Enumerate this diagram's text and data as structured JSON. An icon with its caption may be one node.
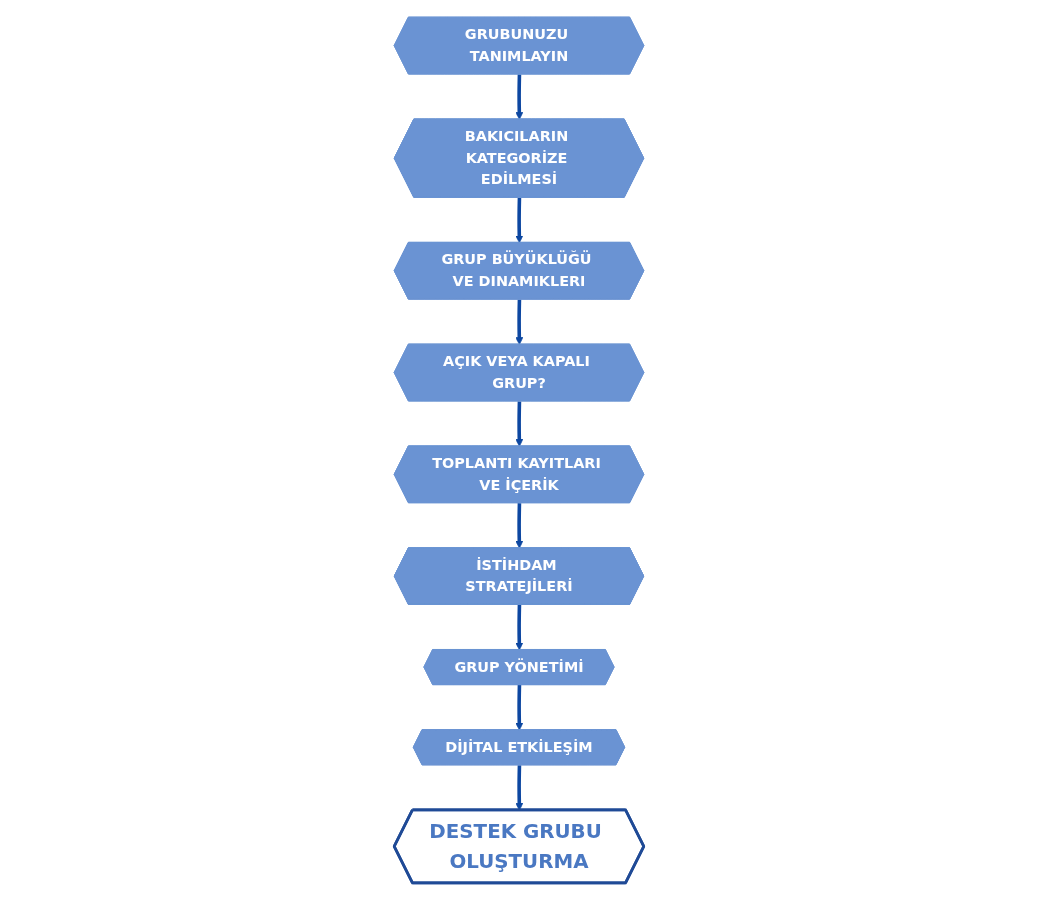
{
  "diagram": {
    "nodes": [
      {
        "text": [
          "DESTEK GRUBU OLUŞTURMA"
        ]
      },
      {
        "text": [
          "GRUBUNUZU TANIMLAYIN"
        ]
      },
      {
        "text": [
          "BAKICILARIN KATEGORİZE EDİLMESİ"
        ]
      },
      {
        "text": [
          "GRUP BÜYÜKLÜĞÜ VE DINAMIKLERI"
        ]
      },
      {
        "text": [
          "AÇIK VEYA KAPALI GRUP?"
        ]
      },
      {
        "text": [
          "TOPLANTI KAYITLARI VE İÇERİK"
        ]
      },
      {
        "text": [
          "İSTİHDAM STRATEJİLERİ"
        ]
      },
      {
        "text": [
          "GRUP YÖNETİMİ"
        ]
      },
      {
        "text": [
          "DİJİTAL ETKİLEŞİM"
        ]
      }
    ],
    "edges": [
      {
        "from": 1,
        "to": 2,
        "arrow": "to"
      },
      {
        "from": 2,
        "to": 3,
        "arrow": "to"
      },
      {
        "from": 3,
        "to": 4,
        "arrow": "to"
      },
      {
        "from": 4,
        "to": 5,
        "arrow": "to"
      },
      {
        "from": 5,
        "to": 6,
        "arrow": "to"
      },
      {
        "from": 6,
        "to": 7,
        "arrow": "to"
      },
      {
        "from": 7,
        "to": 8,
        "arrow": "to"
      },
      {
        "from": 8,
        "to": 0,
        "arrow": "to"
      }
    ]
  }
}
